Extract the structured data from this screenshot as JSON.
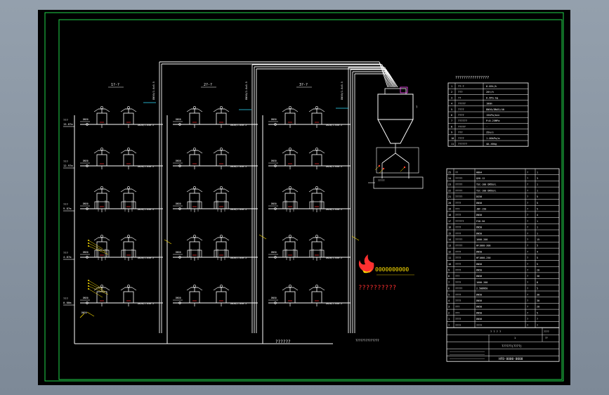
{
  "colors": {
    "frame": "#21d44a",
    "line": "#ffffff",
    "cyan": "#30e0ff",
    "magenta": "#ff4cff",
    "yellow": "#ffe000",
    "red": "#ff3030"
  },
  "columns": [
    {
      "header": "1?-?",
      "pipe": "DN50/1.0x0.5"
    },
    {
      "header": "2?-?",
      "pipe": "DN50/1.0x0.5"
    },
    {
      "header": "3?-?",
      "pipe": "DN50/1.0x0.5"
    }
  ],
  "floors": [
    {
      "label": "???",
      "elev": "15.87m"
    },
    {
      "label": "???",
      "elev": "12.97m"
    },
    {
      "label": "???",
      "elev": "9.87m"
    },
    {
      "label": "???",
      "elev": "4.87m"
    },
    {
      "label": "???",
      "elev": "0.00m"
    }
  ],
  "riser_labels": [
    "DN50/1.0x0.5",
    "DN50/1.0x0.5",
    "DN50/1.0x0.5"
  ],
  "watermark": {
    "digits": "0000000000",
    "sub": "??????????"
  },
  "bottom_label": "??????",
  "bottom_label2": "??????????????",
  "tank_label": "?",
  "tank_base_label": "?????",
  "spec_table": {
    "title": "????????????????",
    "rows": [
      [
        "1",
        "??·?",
        "0.05t/h"
      ],
      [
        "2",
        "???",
        "20t/h"
      ],
      [
        "3",
        "??",
        "0.6Pa·kg"
      ],
      [
        "4",
        "?????",
        "100m"
      ],
      [
        "5",
        "????",
        "DN50/DN45/40"
      ],
      [
        "6",
        "????",
        "15kPa/min"
      ],
      [
        "7",
        "??????",
        "P=0.25MPa"
      ],
      [
        "8",
        "?????",
        "-"
      ],
      [
        "9",
        "???",
        "35m/s"
      ],
      [
        "10",
        "????",
        "1.00kPa/m"
      ],
      [
        "11",
        "??????",
        "4A-40kg"
      ]
    ]
  },
  "parts_table": {
    "rows": [
      [
        "25",
        "??",
        "HB04",
        "?",
        "1"
      ],
      [
        "24",
        "?????",
        "QVK-12",
        "?",
        "3"
      ],
      [
        "23",
        "?????",
        "TSC-100 DN50/L",
        "?",
        "1"
      ],
      [
        "22",
        "?????",
        "TSC-100 DN50/L",
        "?",
        "1"
      ],
      [
        "21",
        "?????",
        "DG50",
        "?",
        "5"
      ],
      [
        "20",
        "????",
        "DN50",
        "?",
        "5"
      ],
      [
        "19",
        "???",
        "JBF-150",
        "?",
        "5"
      ],
      [
        "18",
        "????",
        "DN50",
        "?",
        "4"
      ],
      [
        "17",
        "??????",
        "FSD-50",
        "?",
        "1"
      ],
      [
        "16",
        "????",
        "DN50",
        "?",
        "1"
      ],
      [
        "15",
        "????",
        "DN50",
        "?",
        "1"
      ],
      [
        "14",
        "?????",
        "1600-200",
        "?",
        "15"
      ],
      [
        "13",
        "?????",
        "HF1000-300",
        "?",
        "5"
      ],
      [
        "12",
        "????",
        "DN50",
        "?",
        "4"
      ],
      [
        "11",
        "????",
        "HF1000-250",
        "?",
        "5"
      ],
      [
        "10",
        "????",
        "DN50",
        "?",
        "5"
      ],
      [
        "9",
        "????",
        "DN50",
        "?",
        "20"
      ],
      [
        "8",
        "???",
        "DN50",
        "?",
        "30"
      ],
      [
        "7",
        "????",
        "1600-200",
        "?",
        "8"
      ],
      [
        "6",
        "?????",
        "2.50DN50",
        "?",
        "5"
      ],
      [
        "5",
        "????",
        "DN50",
        "?",
        "30"
      ],
      [
        "4",
        "????",
        "DN50",
        "?",
        "30"
      ],
      [
        "3",
        "???",
        "DN50",
        "?",
        "20"
      ],
      [
        "2",
        "???",
        "DN50",
        "?",
        "5"
      ],
      [
        "1",
        "????",
        "DN50",
        "?",
        "?"
      ]
    ],
    "header": [
      "?",
      "????",
      "????",
      "?",
      "?"
    ],
    "title_block": {
      "row1": "? ? ? ?",
      "row1b": "????",
      "drawing_name": "??????(????)",
      "drawing_no": "HFB-0000-0000",
      "scale_label": "??",
      "sheet_label": "1"
    }
  }
}
